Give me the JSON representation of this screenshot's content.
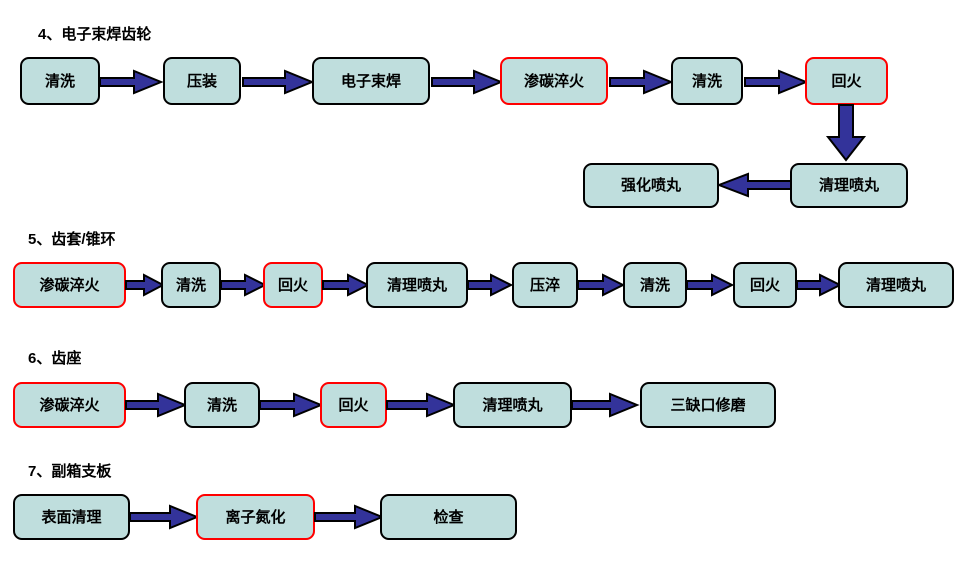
{
  "diagram": {
    "title_prefix": "heat treatment process flow",
    "colors": {
      "node_fill": "#bfdedd",
      "node_border": "#000000",
      "highlight_border": "#ff0000",
      "arrow_fill": "#33339a",
      "arrow_stroke": "#000000",
      "background": "#ffffff",
      "text": "#000000"
    }
  },
  "sections": [
    {
      "id": "sec4",
      "heading": "4、电子束焊齿轮",
      "rows": [
        {
          "nodes": [
            {
              "label": "清洗",
              "highlight": false
            },
            {
              "label": "压装",
              "highlight": false
            },
            {
              "label": "电子束焊",
              "highlight": false
            },
            {
              "label": "渗碳淬火",
              "highlight": true
            },
            {
              "label": "清洗",
              "highlight": false
            },
            {
              "label": "回火",
              "highlight": true
            }
          ]
        },
        {
          "nodes": [
            {
              "label": "强化喷丸",
              "highlight": false
            },
            {
              "label": "清理喷丸",
              "highlight": false
            }
          ]
        }
      ]
    },
    {
      "id": "sec5",
      "heading": "5、齿套/锥环",
      "rows": [
        {
          "nodes": [
            {
              "label": "渗碳淬火",
              "highlight": true
            },
            {
              "label": "清洗",
              "highlight": false
            },
            {
              "label": "回火",
              "highlight": true
            },
            {
              "label": "清理喷丸",
              "highlight": false
            },
            {
              "label": "压淬",
              "highlight": false
            },
            {
              "label": "清洗",
              "highlight": false
            },
            {
              "label": "回火",
              "highlight": false
            },
            {
              "label": "清理喷丸",
              "highlight": false
            }
          ]
        }
      ]
    },
    {
      "id": "sec6",
      "heading": "6、齿座",
      "rows": [
        {
          "nodes": [
            {
              "label": "渗碳淬火",
              "highlight": true
            },
            {
              "label": "清洗",
              "highlight": false
            },
            {
              "label": "回火",
              "highlight": true
            },
            {
              "label": "清理喷丸",
              "highlight": false
            },
            {
              "label": "三缺口修磨",
              "highlight": false
            }
          ]
        }
      ]
    },
    {
      "id": "sec7",
      "heading": "7、副箱支板",
      "rows": [
        {
          "nodes": [
            {
              "label": "表面清理",
              "highlight": false
            },
            {
              "label": "离子氮化",
              "highlight": true
            },
            {
              "label": "检查",
              "highlight": false
            }
          ]
        }
      ]
    }
  ]
}
